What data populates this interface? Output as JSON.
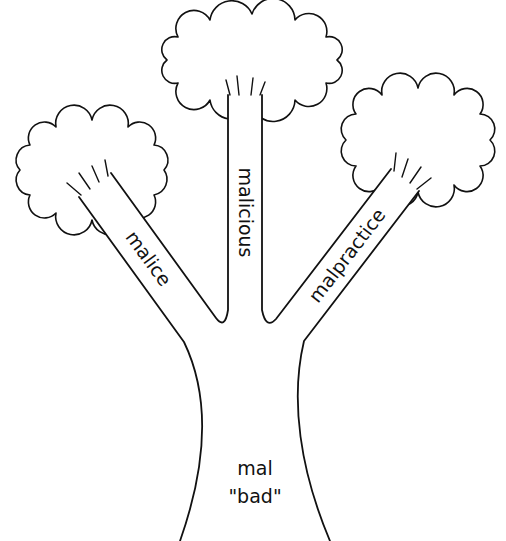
{
  "diagram": {
    "labels": [
      "malice",
      "malicious",
      "malpractice",
      "mal",
      "\"bad\""
    ]
  }
}
